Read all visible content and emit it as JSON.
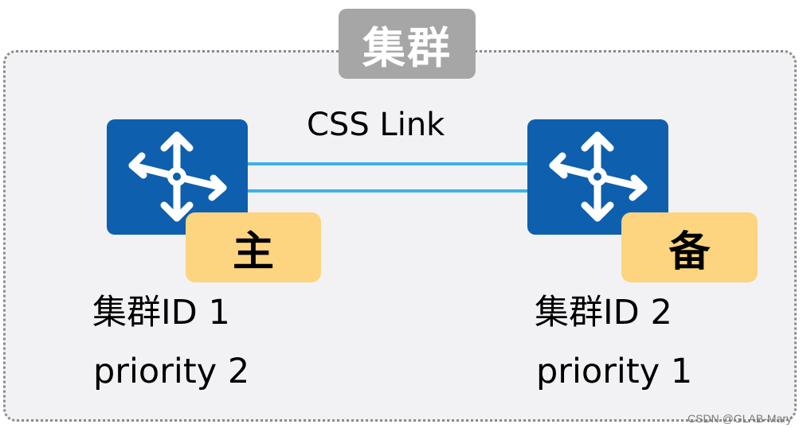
{
  "cluster": {
    "title": "集群"
  },
  "link": {
    "label": "CSS Link",
    "color": "#3fb1e8"
  },
  "nodes": [
    {
      "role": "主",
      "cluster_id": "集群ID 1",
      "priority": "priority 2"
    },
    {
      "role": "备",
      "cluster_id": "集群ID 2",
      "priority": "priority 1"
    }
  ],
  "icons": {
    "switch": "network-switch-icon"
  },
  "colors": {
    "switch": "#0e5fad",
    "badge": "#fdd47f",
    "title_bg": "#a6a6a6",
    "box_bg": "#f2f2f4"
  },
  "watermark": "CSDN @GLAB-Mary"
}
